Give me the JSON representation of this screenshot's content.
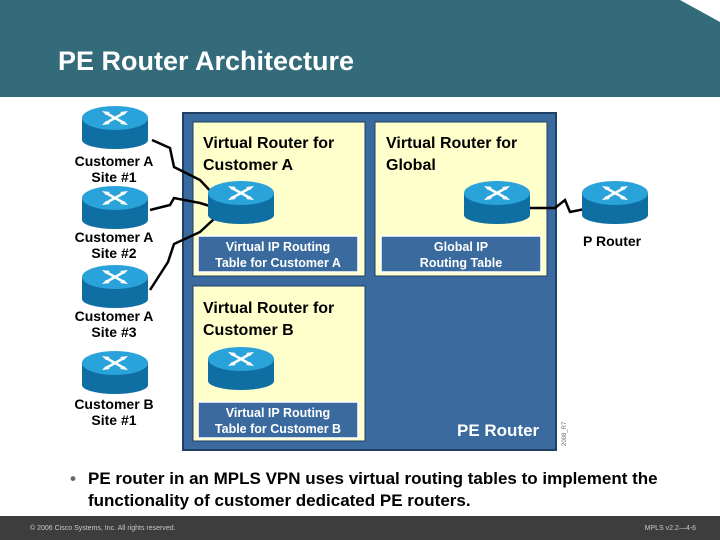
{
  "title": "PE Router Architecture",
  "customers": [
    {
      "line1": "Customer A",
      "line2": "Site #1"
    },
    {
      "line1": "Customer A",
      "line2": "Site #2"
    },
    {
      "line1": "Customer A",
      "line2": "Site #3"
    },
    {
      "line1": "Customer B",
      "line2": "Site #1"
    }
  ],
  "vr_a": {
    "line1": "Virtual Router for",
    "line2": "Customer A",
    "table1": "Virtual IP Routing",
    "table2": "Table for Customer A"
  },
  "vr_global": {
    "line1": "Virtual Router for",
    "line2": "Global",
    "table1": "Global IP",
    "table2": "Routing Table"
  },
  "vr_b": {
    "line1": "Virtual Router for",
    "line2": "Customer B",
    "table1": "Virtual IP Routing",
    "table2": "Table for Customer B"
  },
  "pe_label": "PE Router",
  "p_router": "P Router",
  "image_id": "2008_R7",
  "bullet": "PE router in an MPLS VPN uses virtual routing tables to implement the functionality of customer dedicated PE routers.",
  "footer": {
    "left": "© 2006 Cisco Systems, Inc. All rights reserved.",
    "right": "MPLS v2.2—4-6"
  },
  "colors": {
    "header": "#336b7a",
    "pe": "#3a6a9e",
    "vr": "#ffffcc",
    "router": "#1e8fc8"
  }
}
